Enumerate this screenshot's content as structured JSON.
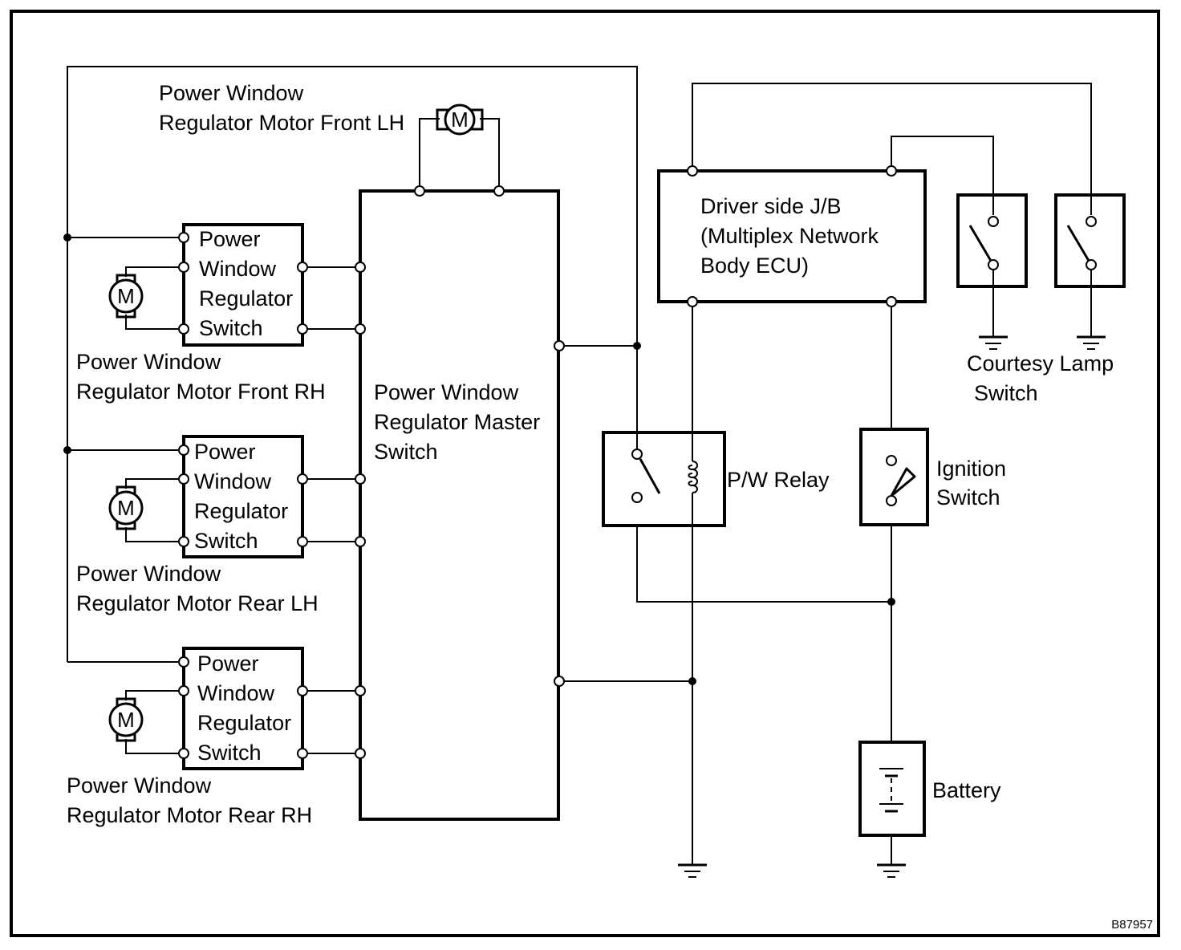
{
  "diagram": {
    "figure_id": "B87957",
    "colors": {
      "line": "#000000",
      "background": "#ffffff"
    },
    "components": {
      "motor_front_lh": {
        "label_line1": "Power Window",
        "label_line2": "Regulator Motor Front LH",
        "symbol": "M"
      },
      "master_switch": {
        "label_line1": "Power Window",
        "label_line2": "Regulator Master",
        "label_line3": "Switch"
      },
      "switch_front_rh": {
        "line1": "Power",
        "line2": "Window",
        "line3": "Regulator",
        "line4": "Switch",
        "symbol": "M",
        "motor_label_line1": "Power Window",
        "motor_label_line2": "Regulator Motor Front RH"
      },
      "switch_rear_lh": {
        "line1": "Power",
        "line2": "Window",
        "line3": "Regulator",
        "line4": "Switch",
        "symbol": "M",
        "motor_label_line1": "Power Window",
        "motor_label_line2": "Regulator Motor Rear LH"
      },
      "switch_rear_rh": {
        "line1": "Power",
        "line2": "Window",
        "line3": "Regulator",
        "line4": "Switch",
        "symbol": "M",
        "motor_label_line1": "Power Window",
        "motor_label_line2": "Regulator Motor Rear RH"
      },
      "junction_block": {
        "line1": "Driver side J/B",
        "line2": "(Multiplex Network",
        "line3": "Body ECU)"
      },
      "courtesy_lamp_switch": {
        "line1": "Courtesy Lamp",
        "line2": "Switch"
      },
      "pw_relay": {
        "label": "P/W Relay"
      },
      "ignition_switch": {
        "line1": "Ignition",
        "line2": "Switch"
      },
      "battery": {
        "label": "Battery"
      }
    }
  }
}
